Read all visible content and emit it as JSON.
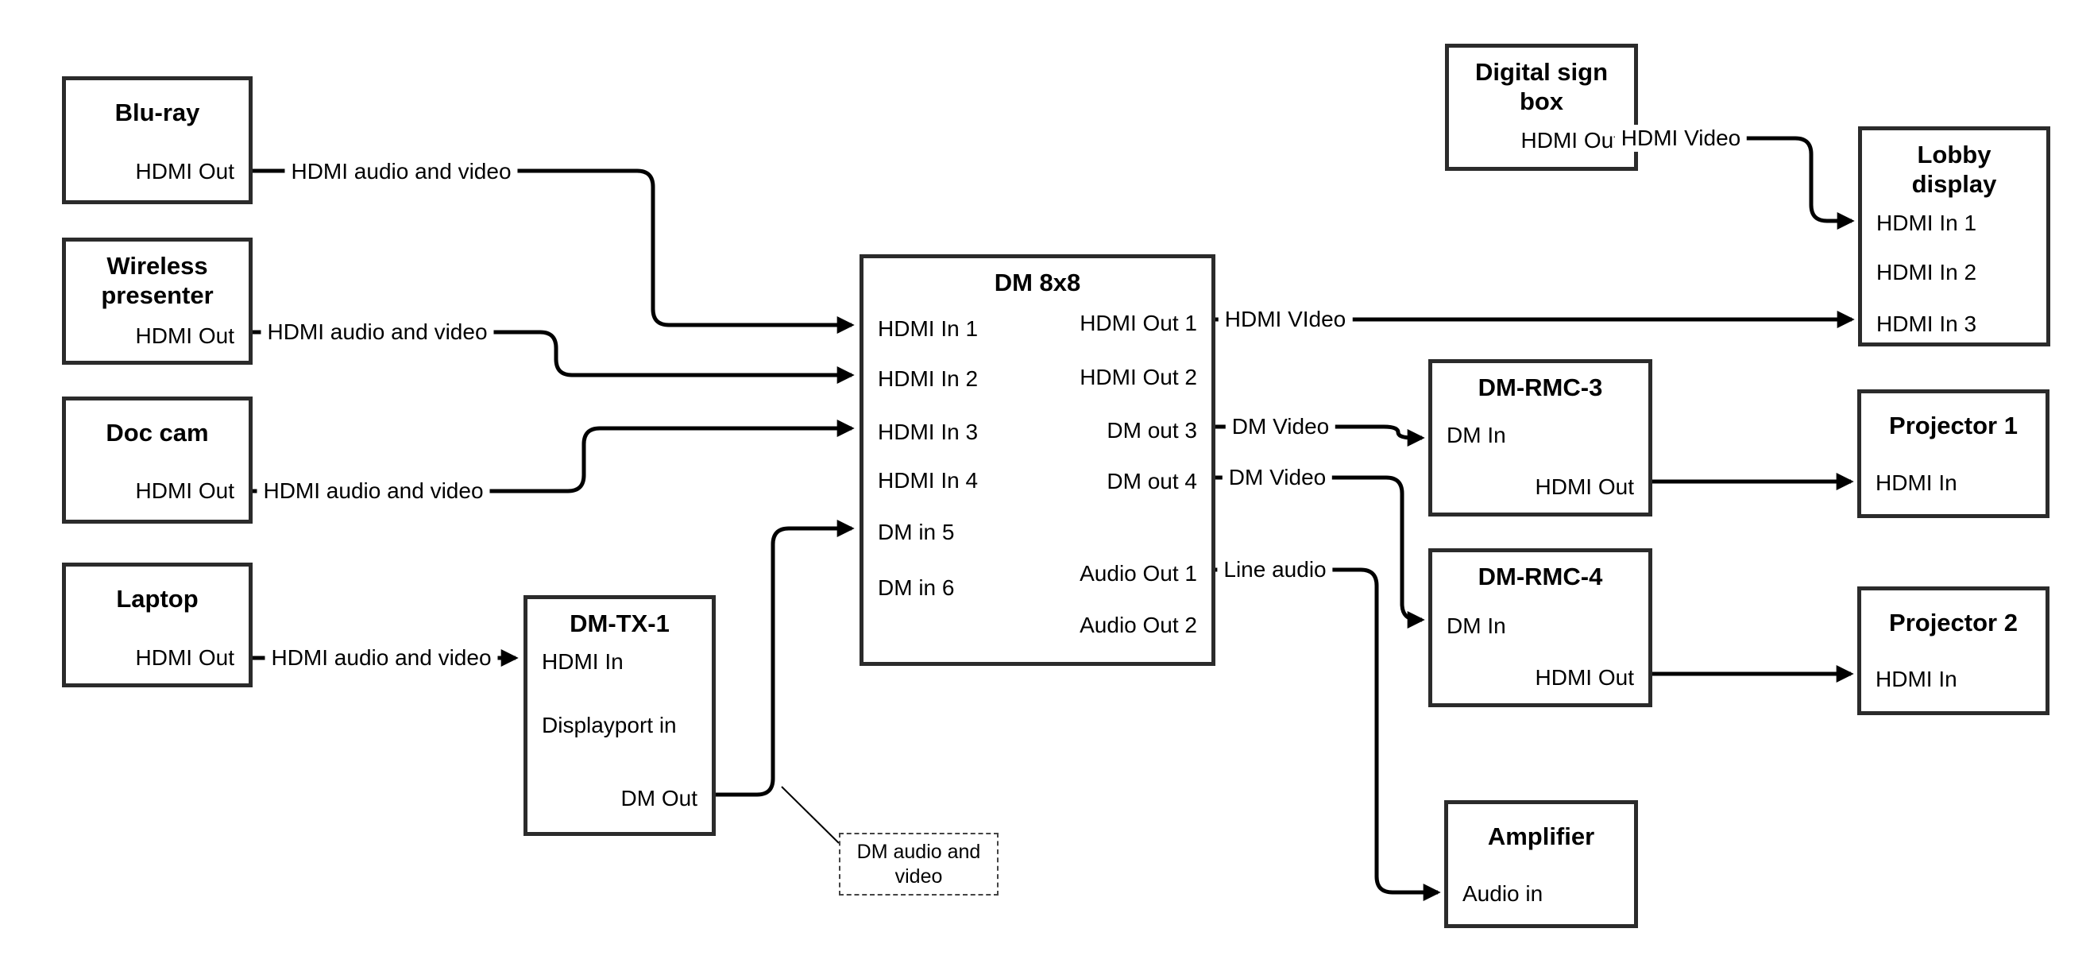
{
  "diagram_type": "av-signal-flow",
  "nodes": {
    "bluray": {
      "title": "Blu-ray",
      "ports": {
        "hdmi_out": "HDMI Out"
      }
    },
    "wireless": {
      "title": "Wireless presenter",
      "ports": {
        "hdmi_out": "HDMI Out"
      }
    },
    "doc_cam": {
      "title": "Doc cam",
      "ports": {
        "hdmi_out": "HDMI Out"
      }
    },
    "laptop": {
      "title": "Laptop",
      "ports": {
        "hdmi_out": "HDMI Out"
      }
    },
    "dm_tx_1": {
      "title": "DM-TX-1",
      "ports": {
        "hdmi_in": "HDMI In",
        "displayport_in": "Displayport in",
        "dm_out": "DM Out"
      }
    },
    "dm_8x8": {
      "title": "DM 8x8",
      "ports": {
        "hdmi_in_1": "HDMI In 1",
        "hdmi_in_2": "HDMI In 2",
        "hdmi_in_3": "HDMI In 3",
        "hdmi_in_4": "HDMI In 4",
        "dm_in_5": "DM in 5",
        "dm_in_6": "DM in 6",
        "hdmi_out_1": "HDMI Out 1",
        "hdmi_out_2": "HDMI Out 2",
        "dm_out_3": "DM out 3",
        "dm_out_4": "DM out 4",
        "audio_out_1": "Audio Out 1",
        "audio_out_2": "Audio Out 2"
      }
    },
    "digital_sign_box": {
      "title": "Digital sign box",
      "ports": {
        "hdmi_out": "HDMI Out"
      }
    },
    "lobby_display": {
      "title": "Lobby display",
      "ports": {
        "hdmi_in_1": "HDMI In 1",
        "hdmi_in_2": "HDMI In 2",
        "hdmi_in_3": "HDMI In 3"
      }
    },
    "dm_rmc_3": {
      "title": "DM-RMC-3",
      "ports": {
        "dm_in": "DM In",
        "hdmi_out": "HDMI Out"
      }
    },
    "projector_1": {
      "title": "Projector 1",
      "ports": {
        "hdmi_in": "HDMI In"
      }
    },
    "dm_rmc_4": {
      "title": "DM-RMC-4",
      "ports": {
        "dm_in": "DM In",
        "hdmi_out": "HDMI Out"
      }
    },
    "projector_2": {
      "title": "Projector 2",
      "ports": {
        "hdmi_in": "HDMI In"
      }
    },
    "amplifier": {
      "title": "Amplifier",
      "ports": {
        "audio_in": "Audio in"
      }
    }
  },
  "connection_labels": {
    "bluray_to_dm8x8": "HDMI audio and video",
    "wireless_to_dm8x8": "HDMI audio and video",
    "doccam_to_dm8x8": "HDMI audio and video",
    "laptop_to_dmtx1": "HDMI audio and video",
    "hdmi_out1_to_lobby": "HDMI VIdeo",
    "dm_out3_to_rmc3": "DM Video",
    "dm_out4_to_rmc4": "DM Video",
    "audio_out1_to_amp": "Line audio",
    "sign_to_lobby": "HDMI Video"
  },
  "note": {
    "text": "DM audio and video"
  },
  "colors": {
    "background": "#ffffff",
    "box_border": "#2b2b2b",
    "line": "#000000",
    "text": "#000000"
  }
}
